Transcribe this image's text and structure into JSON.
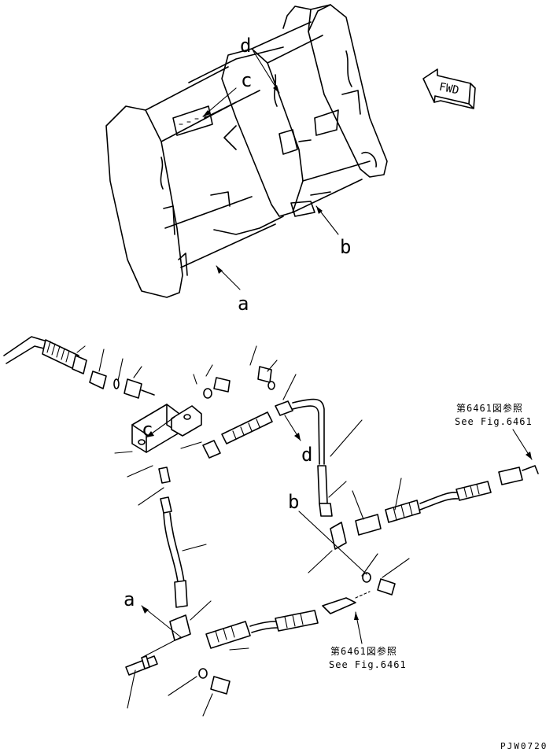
{
  "direction_marker": {
    "text": "FWD"
  },
  "frame_callouts": {
    "a": "a",
    "b": "b",
    "c": "c",
    "d": "d"
  },
  "piping_callouts": {
    "a": "a",
    "b": "b",
    "c": "c",
    "d": "d"
  },
  "reference_right": {
    "line_jp": "第6461図参照",
    "line_en": "See Fig.6461"
  },
  "reference_bottom": {
    "line_jp": "第6461図参照",
    "line_en": "See Fig.6461"
  },
  "drawing_code": "PJW0720"
}
